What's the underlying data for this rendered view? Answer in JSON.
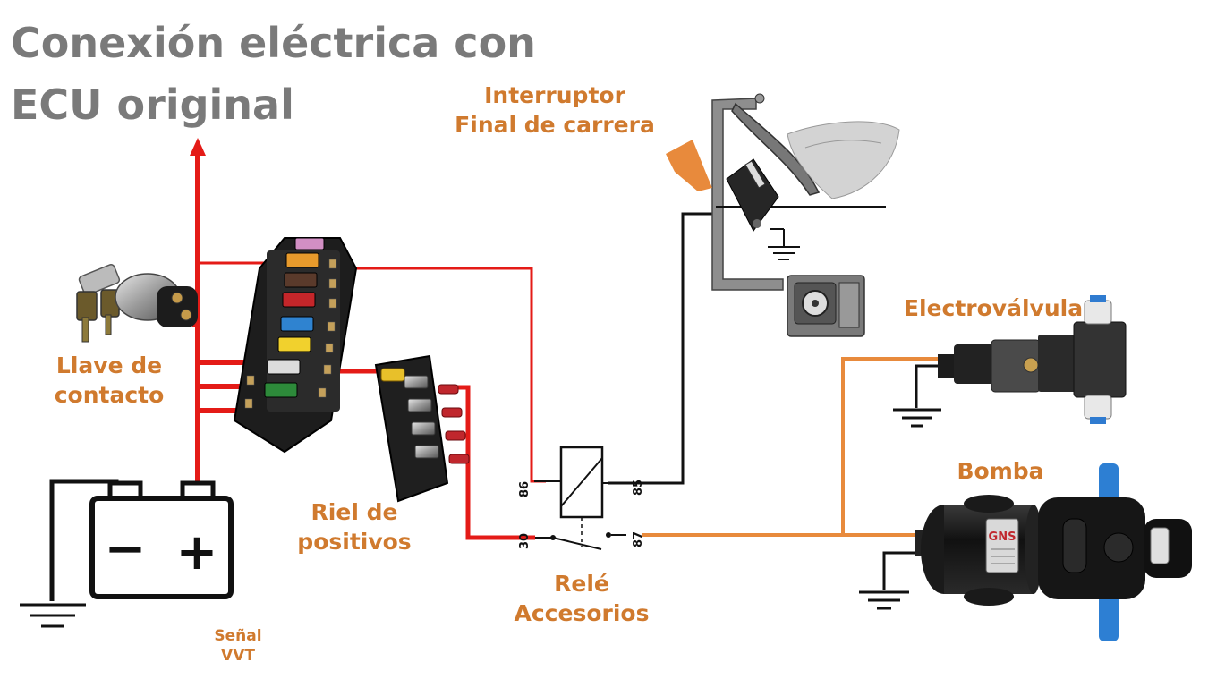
{
  "title": {
    "line1": "Conexión eléctrica con",
    "line2": "ECU original"
  },
  "labels": {
    "llave_line1": "Llave de",
    "llave_line2": "contacto",
    "riel_line1": "Riel de",
    "riel_line2": "positivos",
    "rele_line1": "Relé",
    "rele_line2": "Accesorios",
    "interruptor_line1": "Interruptor",
    "interruptor_line2": "Final de carrera",
    "electrovalvula": "Electroválvula",
    "bomba": "Bomba",
    "senal_line1": "Señal",
    "senal_line2": "VVT"
  },
  "relay_pins": {
    "p86": "86",
    "p85": "85",
    "p30": "30",
    "p87": "87"
  },
  "battery": {
    "neg": "−",
    "pos": "+"
  },
  "pump_brand": "GNS",
  "colors": {
    "wire_positive": "#E41B17",
    "wire_output": "#E88A3C",
    "wire_control": "#111111",
    "label": "#D07A2E",
    "title": "#7a7a7a"
  }
}
